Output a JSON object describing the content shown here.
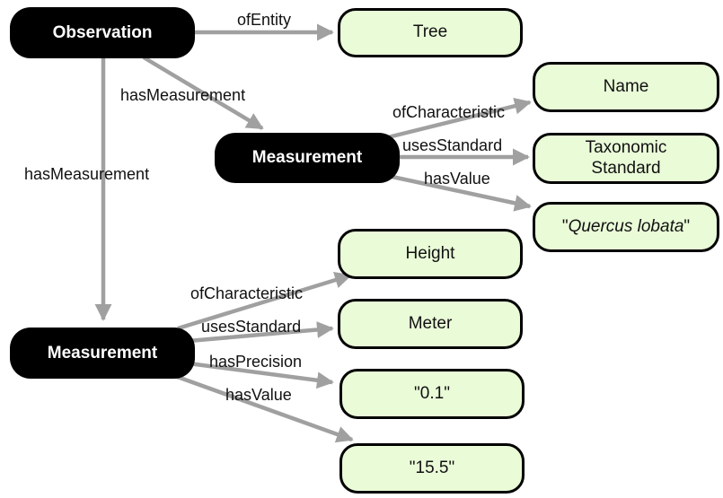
{
  "nodes": {
    "observation": "Observation",
    "measurement_1": "Measurement",
    "measurement_2": "Measurement",
    "tree": "Tree",
    "name": "Name",
    "taxonomic_standard_line1": "Taxonomic",
    "taxonomic_standard_line2": "Standard",
    "quercus_quote_open": "\"",
    "quercus_name": "Quercus lobata",
    "quercus_quote_close": "\"",
    "height": "Height",
    "meter": "Meter",
    "precision_value": "\"0.1\"",
    "height_value": "\"15.5\""
  },
  "edges": {
    "of_entity": "ofEntity",
    "has_measurement_1": "hasMeasurement",
    "has_measurement_2": "hasMeasurement",
    "m1_of_characteristic": "ofCharacteristic",
    "m1_uses_standard": "usesStandard",
    "m1_has_value": "hasValue",
    "m2_of_characteristic": "ofCharacteristic",
    "m2_uses_standard": "usesStandard",
    "m2_has_precision": "hasPrecision",
    "m2_has_value": "hasValue"
  },
  "colors": {
    "dark_node": "#000000",
    "light_node_fill": "#eafbd8",
    "edge": "#a0a0a0"
  }
}
